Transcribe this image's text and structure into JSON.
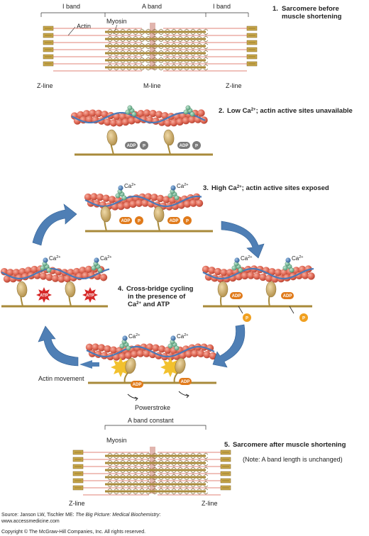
{
  "panel1": {
    "i_band_left": "I band",
    "a_band": "A band",
    "i_band_right": "I band",
    "actin": "Actin",
    "myosin": "Myosin",
    "z_line_left": "Z-line",
    "m_line": "M-line",
    "z_line_right": "Z-line",
    "step_num": "1.",
    "step_line1": "Sarcomere before",
    "step_line2": "muscle shortening"
  },
  "panel2": {
    "step_num": "2.",
    "step_text_a": "Low Ca",
    "step_sup": "2+",
    "step_text_b": "; actin active sites unavailable",
    "adp1": "ADP",
    "p1": "P",
    "adp2": "ADP",
    "p2": "P"
  },
  "panel3": {
    "step_num": "3.",
    "step_text_a": "High Ca",
    "step_sup": "2+",
    "step_text_b": "; actin active sites exposed",
    "ca_a": "Ca",
    "ca_sup": "2+",
    "adp1": "ADP",
    "p1": "P",
    "adp2": "ADP",
    "p2": "P"
  },
  "panel4": {
    "step_num": "4.",
    "line1": "Cross-bridge cycling",
    "line2": "in the presence of",
    "line3_a": "Ca",
    "line3_sup": "2+",
    "line3_b": " and ATP",
    "ca_a": "Ca",
    "ca_sup": "2+",
    "atp": "ATP",
    "adp": "ADP",
    "p": "P",
    "actin_movement": "Actin movement",
    "powerstroke": "Powerstroke"
  },
  "panel5": {
    "a_band_constant": "A band constant",
    "myosin": "Myosin",
    "step_num": "5.",
    "step_text": "Sarcomere after muscle shortening",
    "note": "(Note: A band length is unchanged)",
    "z_line_left": "Z-line",
    "z_line_right": "Z-line"
  },
  "footer": {
    "source_a": "Source: Janson LW, Tischler ME: ",
    "source_title": "The Big Picture: Medical Biochemistry",
    "source_b": ":",
    "source_url": "www.accessmedicine.com",
    "copyright": "Copyright © The McGraw-Hill Companies, Inc. All rights reserved."
  },
  "colors": {
    "actin": "#d95a4a",
    "actin_dark": "#b3402f",
    "tropomyosin": "#4a7ab8",
    "troponin": "#6fae8c",
    "calcium": "#3d6fa8",
    "myosin_head": "#c9a86a",
    "myosin_rod": "#a88a3a",
    "adp_grey": "#7a7a7a",
    "adp_orange": "#e07a1a",
    "atp_red": "#d62828",
    "p_orange": "#f0a020",
    "m_line": "#d9a39a",
    "arrow": "#4f7fb5"
  }
}
